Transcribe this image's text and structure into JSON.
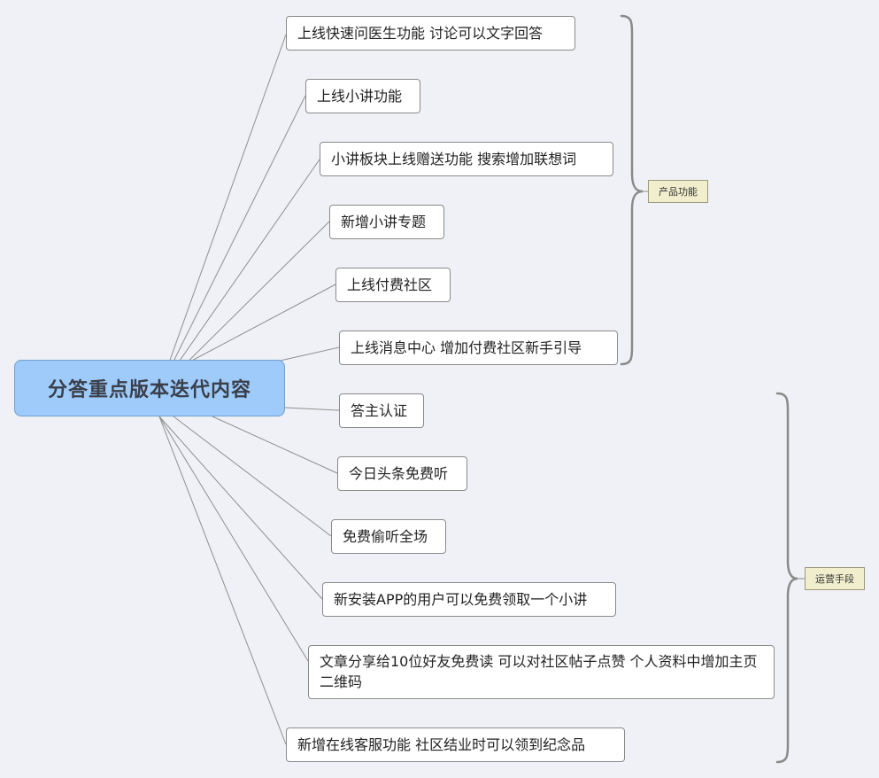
{
  "root": {
    "label": "分答重点版本迭代内容"
  },
  "groups": [
    {
      "label": "产品功能",
      "items": [
        "上线快速问医生功能  讨论可以文字回答",
        "上线小讲功能",
        "小讲板块上线赠送功能 搜索增加联想词",
        "新增小讲专题",
        "上线付费社区",
        "上线消息中心   增加付费社区新手引导"
      ]
    },
    {
      "label": "运营手段",
      "items": [
        "答主认证",
        "今日头条免费听",
        "免费偷听全场",
        "新安装APP的用户可以免费领取一个小讲",
        "文章分享给10位好友免费读  可以对社区帖子点赞  个人资料中增加主页二维码",
        "新增在线客服功能   社区结业时可以领到纪念品"
      ]
    }
  ],
  "colors": {
    "background": "#f0f1f6",
    "root_fill": "#9ecbfa",
    "tag_fill": "#f0eecc",
    "line": "#8f8f8f",
    "brace": "#8a8a8a"
  }
}
